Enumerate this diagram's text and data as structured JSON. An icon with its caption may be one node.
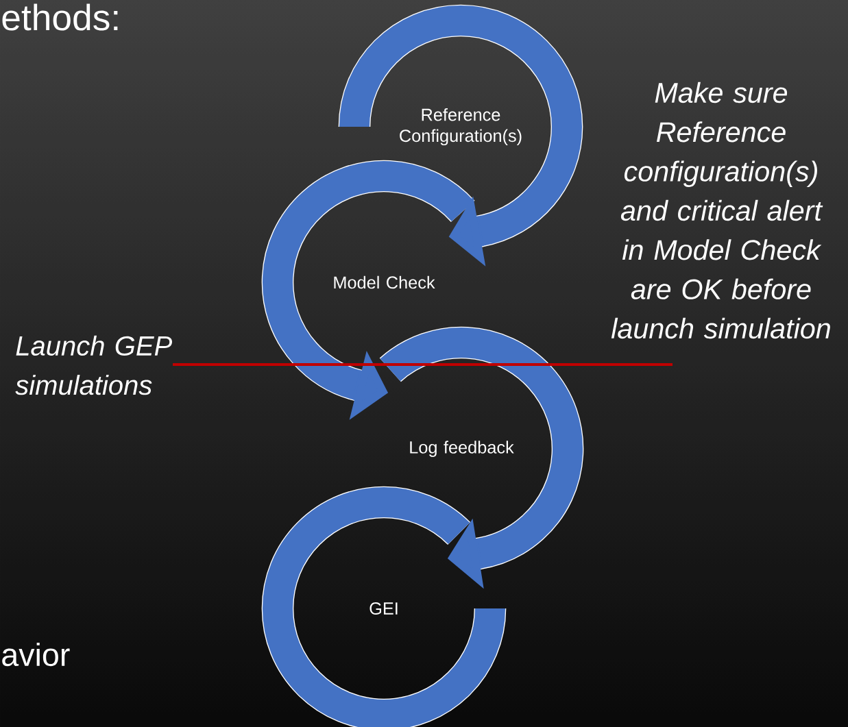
{
  "diagram": {
    "nodes": [
      {
        "text": [
          "Reference Configuration(s)"
        ]
      },
      {
        "text": [
          "Model Check"
        ]
      },
      {
        "text": [
          "Log feedback"
        ]
      },
      {
        "text": [
          "GEI"
        ]
      }
    ],
    "edges": [
      {
        "from": 0,
        "to": 1,
        "arrow": "to"
      },
      {
        "from": 1,
        "to": 2,
        "arrow": "to"
      },
      {
        "from": 2,
        "to": 3,
        "arrow": "to"
      }
    ],
    "labels": [
      "ethods:",
      "Launch GEP simulations",
      "Make sure Reference configuration(s) and critical alert in Model Check are OK before launch simulation",
      "avior"
    ]
  }
}
